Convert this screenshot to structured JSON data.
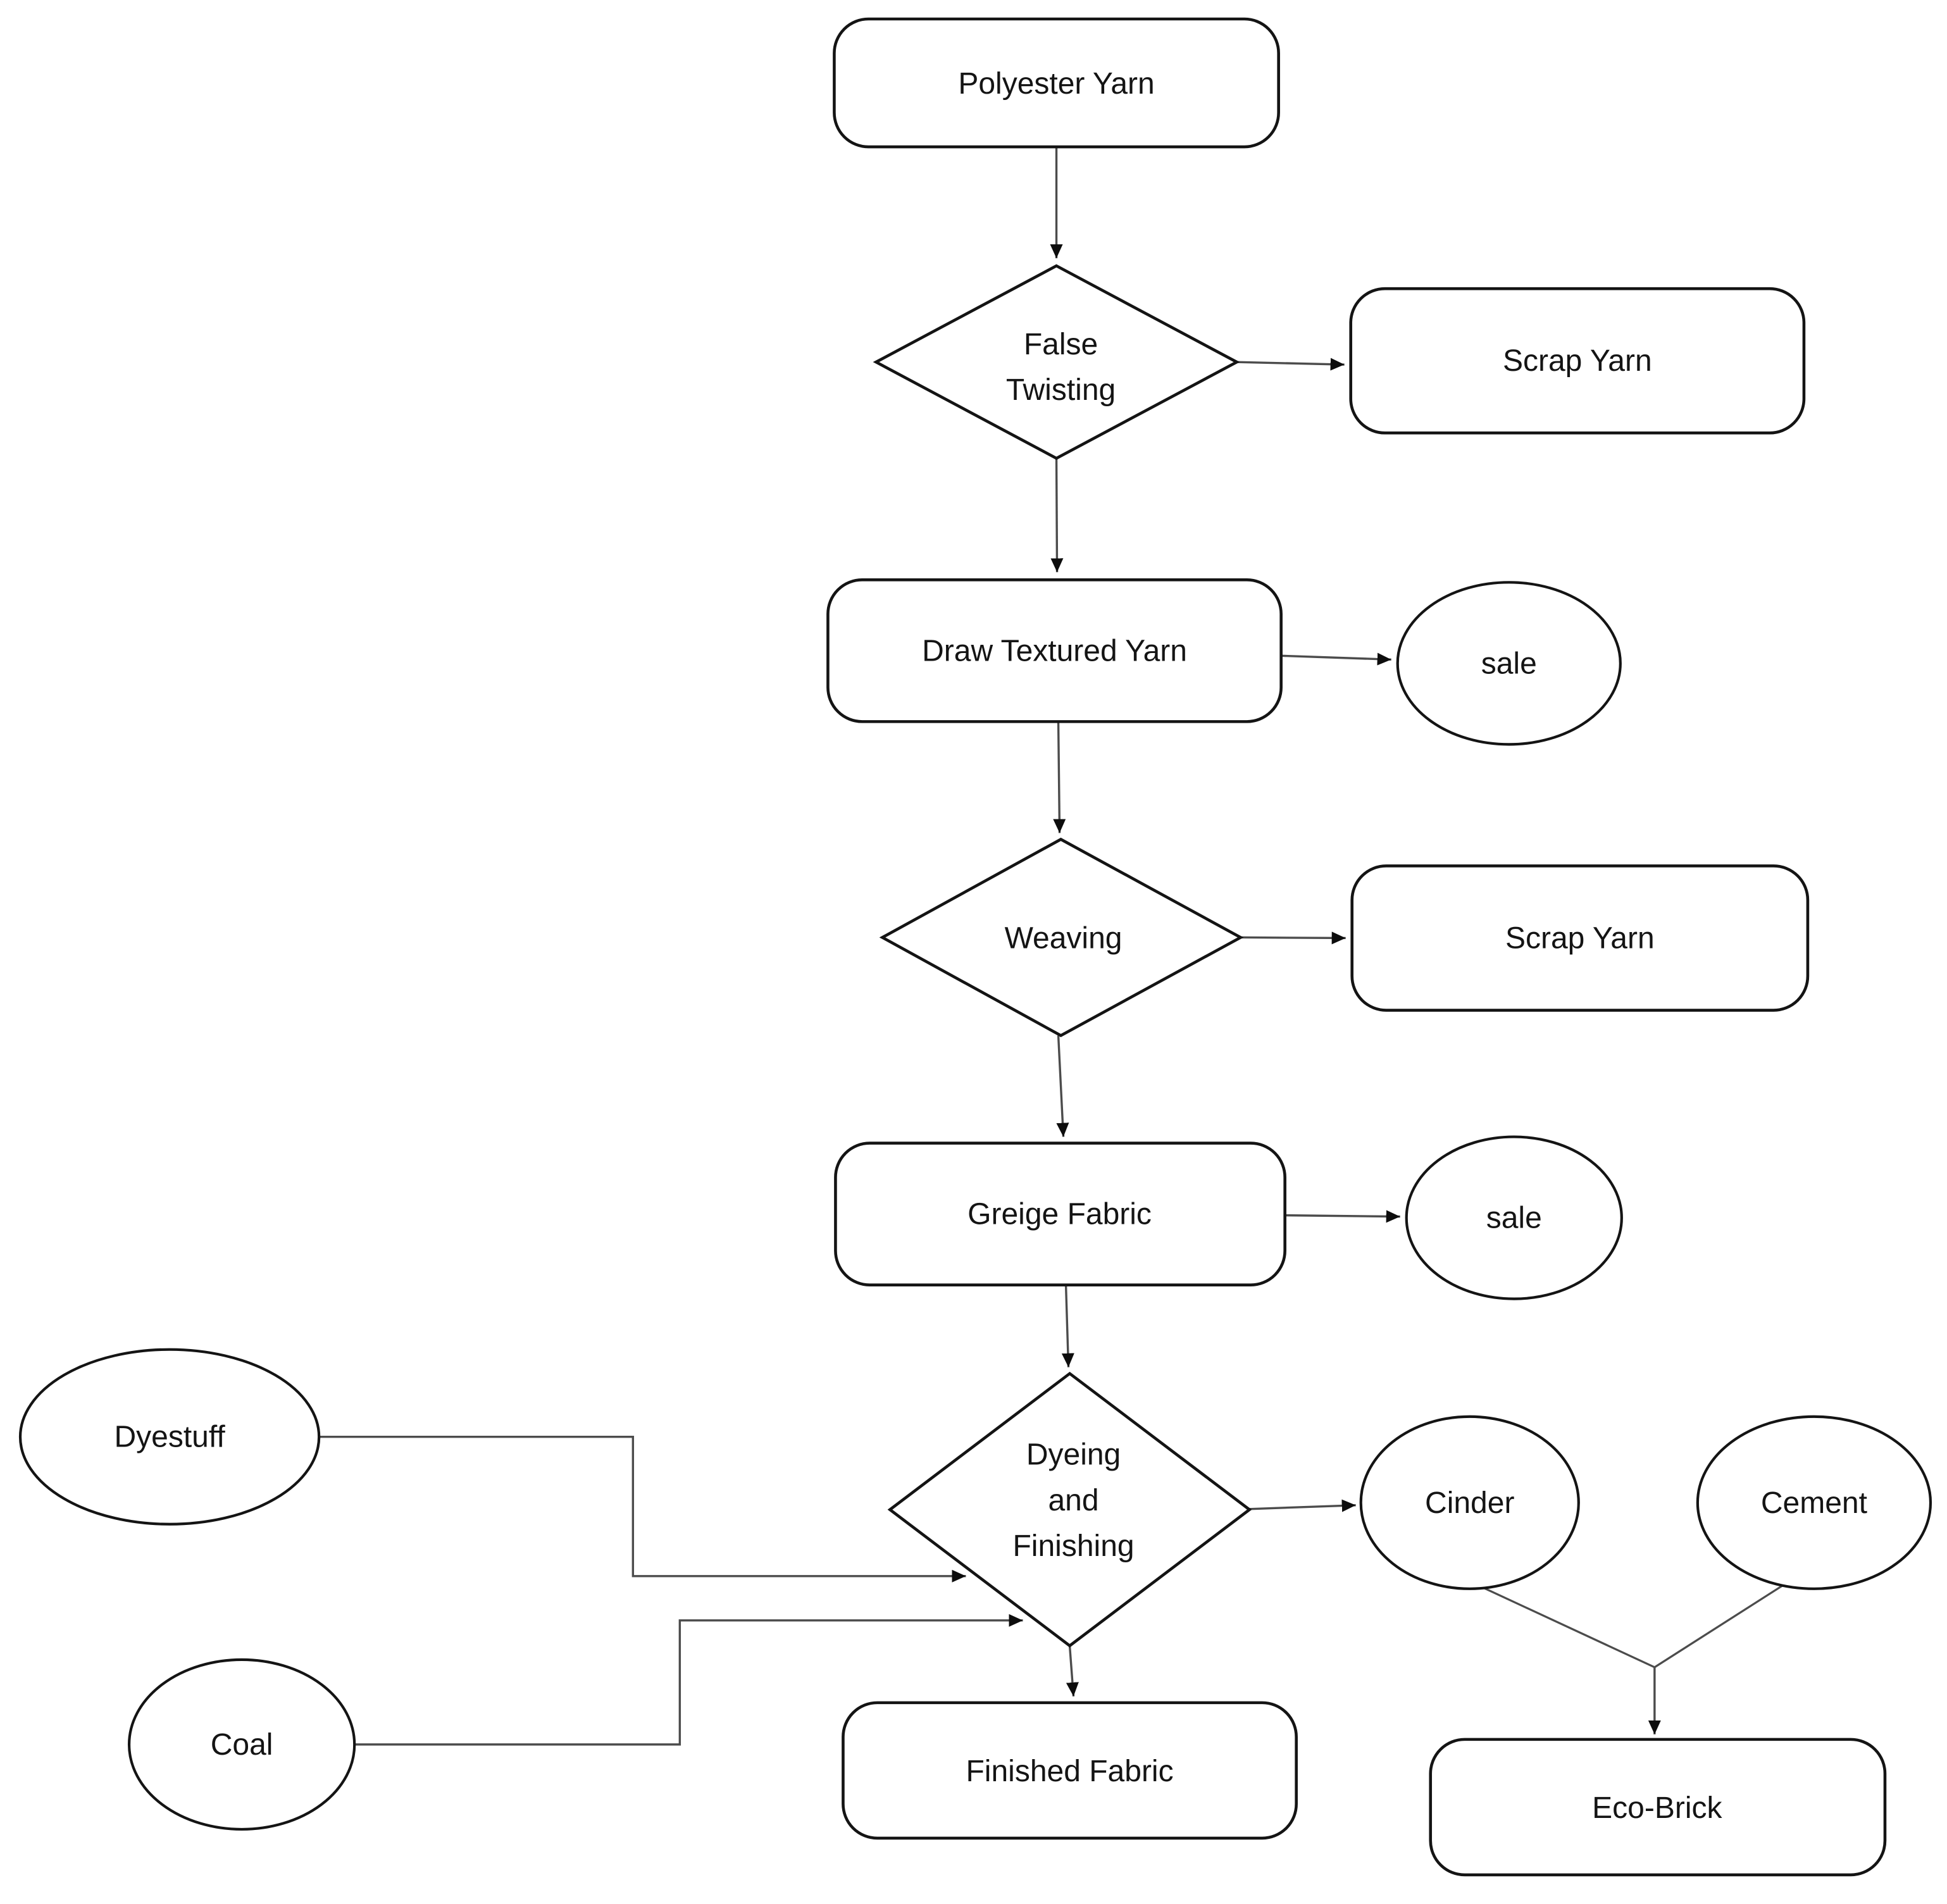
{
  "diagram": {
    "type": "flowchart",
    "title": "Polyester fabric production process flowchart",
    "background_color": "#ffffff",
    "shape_fill": "#ffffff",
    "shape_stroke_color": "#141414",
    "connector_color": "#4c4c4c",
    "arrowhead_color": "#0d0d0d",
    "text_color": "#141414",
    "nodes": {
      "polyester_yarn": {
        "label": "Polyester Yarn",
        "shape": "rounded-rectangle"
      },
      "false_twisting": {
        "label": "False Twisting",
        "lines": [
          "False",
          "Twisting"
        ],
        "shape": "diamond"
      },
      "scrap_yarn_top": {
        "label": "Scrap Yarn",
        "shape": "rounded-rectangle"
      },
      "draw_textured_yarn": {
        "label": "Draw Textured Yarn",
        "shape": "rounded-rectangle"
      },
      "sale_top": {
        "label": "sale",
        "shape": "ellipse"
      },
      "weaving": {
        "label": "Weaving",
        "shape": "diamond"
      },
      "scrap_yarn_bottom": {
        "label": "Scrap Yarn",
        "shape": "rounded-rectangle"
      },
      "greige_fabric": {
        "label": "Greige Fabric",
        "shape": "rounded-rectangle"
      },
      "sale_bottom": {
        "label": "sale",
        "shape": "ellipse"
      },
      "dyeing_and_finishing": {
        "label": "Dyeing and Finishing",
        "lines": [
          "Dyeing",
          "and",
          "Finishing"
        ],
        "shape": "diamond"
      },
      "cinder": {
        "label": "Cinder",
        "shape": "ellipse"
      },
      "cement": {
        "label": "Cement",
        "shape": "ellipse"
      },
      "dyestuff": {
        "label": "Dyestuff",
        "shape": "ellipse"
      },
      "coal": {
        "label": "Coal",
        "shape": "ellipse"
      },
      "finished_fabric": {
        "label": "Finished Fabric",
        "shape": "rounded-rectangle"
      },
      "eco_brick": {
        "label": "Eco-Brick",
        "shape": "rounded-rectangle"
      }
    },
    "edges": [
      {
        "from": "polyester_yarn",
        "to": "false_twisting",
        "style": "arrow",
        "route": "straight"
      },
      {
        "from": "false_twisting",
        "to": "scrap_yarn_top",
        "style": "arrow",
        "route": "straight"
      },
      {
        "from": "false_twisting",
        "to": "draw_textured_yarn",
        "style": "arrow",
        "route": "straight"
      },
      {
        "from": "draw_textured_yarn",
        "to": "sale_top",
        "style": "arrow",
        "route": "straight"
      },
      {
        "from": "draw_textured_yarn",
        "to": "weaving",
        "style": "arrow",
        "route": "straight"
      },
      {
        "from": "weaving",
        "to": "scrap_yarn_bottom",
        "style": "arrow",
        "route": "straight"
      },
      {
        "from": "weaving",
        "to": "greige_fabric",
        "style": "arrow",
        "route": "straight"
      },
      {
        "from": "greige_fabric",
        "to": "sale_bottom",
        "style": "arrow",
        "route": "straight"
      },
      {
        "from": "greige_fabric",
        "to": "dyeing_and_finishing",
        "style": "arrow",
        "route": "straight"
      },
      {
        "from": "dyestuff",
        "to": "dyeing_and_finishing",
        "style": "arrow",
        "route": "elbow"
      },
      {
        "from": "coal",
        "to": "dyeing_and_finishing",
        "style": "arrow",
        "route": "elbow"
      },
      {
        "from": "dyeing_and_finishing",
        "to": "finished_fabric",
        "style": "arrow",
        "route": "straight"
      },
      {
        "from": "dyeing_and_finishing",
        "to": "cinder",
        "style": "arrow",
        "route": "straight"
      },
      {
        "from": "cinder",
        "to": "eco_brick_junction",
        "style": "line",
        "route": "diagonal"
      },
      {
        "from": "cement",
        "to": "eco_brick_junction",
        "style": "line",
        "route": "diagonal"
      },
      {
        "from": "eco_brick_junction",
        "to": "eco_brick",
        "style": "arrow",
        "route": "straight"
      }
    ]
  }
}
